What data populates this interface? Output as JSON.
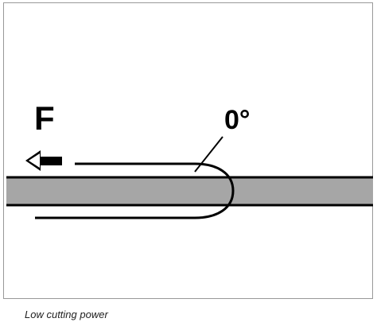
{
  "diagram": {
    "force_label": "F",
    "angle_label": "0°",
    "caption": "Low cutting power",
    "colors": {
      "material": "#a6a6a6",
      "stroke": "#000000",
      "frame": "#999999"
    },
    "icons": {
      "force_arrow": "arrow-left-icon"
    }
  }
}
